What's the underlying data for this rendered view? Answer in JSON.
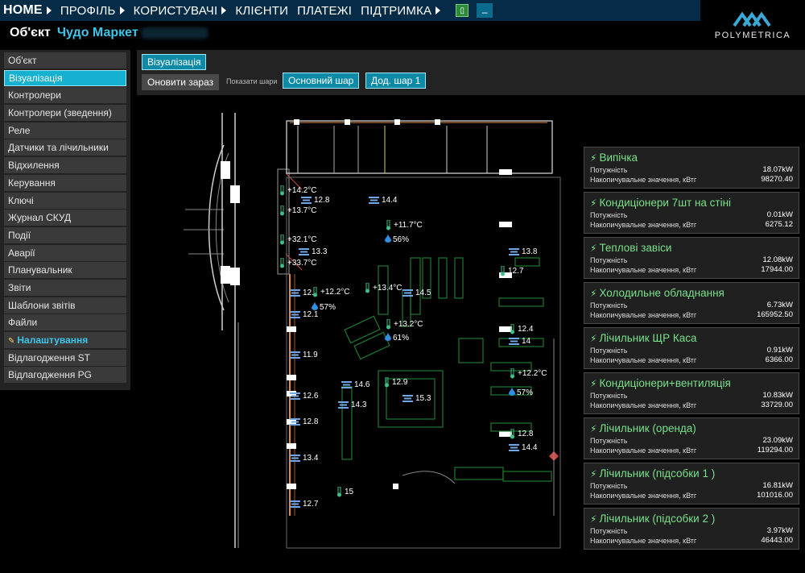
{
  "nav": {
    "items": [
      "HOME",
      "ПРОФІЛЬ",
      "КОРИСТУВАЧІ",
      "КЛІЄНТИ",
      "ПЛАТЕЖІ",
      "ПІДТРИМКА"
    ],
    "exit_icon": "exit-door-icon",
    "min_icon": "minimize-icon"
  },
  "logo": {
    "text": "POLYMETRICA"
  },
  "header": {
    "label": "Об'єкт",
    "name": "Чудо Маркет"
  },
  "sidebar": {
    "items": [
      "Об'єкт",
      "Візуалізація",
      "Контролери",
      "Контролери (зведення)",
      "Реле",
      "Датчики та лічильники",
      "Відхилення",
      "Керування",
      "Ключі",
      "Журнал СКУД",
      "Події",
      "Аварії",
      "Планувальник",
      "Звіти",
      "Шаблони звітів",
      "Файли",
      "Налаштування",
      "Відлагодження ST",
      "Відлагодження PG"
    ],
    "active_index": 1,
    "accent_index": 16
  },
  "toolbar": {
    "tab": "Візуалізація",
    "refresh": "Оновити зараз",
    "show_layers": "Показати шари",
    "layer_main": "Основний шар",
    "layer_extra": "Дод. шар 1"
  },
  "map": {
    "temperatures": [
      "+14.2°C",
      "+13.7°C",
      "+32.1°C",
      "+33.7°C",
      "+11.7°C",
      "+12.2°C",
      "+13.4°C",
      "+13.2°C",
      "+12.2°C"
    ],
    "humidity": [
      "56%",
      "57%",
      "61%",
      "57%"
    ],
    "ac_values": [
      "12.8",
      "14.4",
      "13.3",
      "13.8",
      "12.7",
      "14.5",
      "12.",
      "12.1",
      "12.4",
      "14",
      "11.9",
      "14.6",
      "12.9",
      "12.6",
      "14.3",
      "15.3",
      "12.8",
      "12.8",
      "14.4",
      "13.4",
      "12.7",
      "15"
    ]
  },
  "panels": {
    "power_label": "Потужність",
    "accum_label": "Накопичувальне значення, кВтг",
    "items": [
      {
        "title": "Випічка",
        "power": "18.07kW",
        "accum": "98270.40"
      },
      {
        "title": "Кондиціонери 7шт на стіні",
        "power": "0.01kW",
        "accum": "6275.12"
      },
      {
        "title": "Теплові завіси",
        "power": "12.08kW",
        "accum": "17944.00"
      },
      {
        "title": "Холодильне обладнання",
        "power": "6.73kW",
        "accum": "165952.50"
      },
      {
        "title": "Лічильник ЩР Каса",
        "power": "0.91kW",
        "accum": "6366.00"
      },
      {
        "title": "Кондиціонери+вентиляція",
        "power": "10.83kW",
        "accum": "33729.00"
      },
      {
        "title": "Лічильник (оренда)",
        "power": "23.09kW",
        "accum": "119294.00"
      },
      {
        "title": "Лічильник (підсобки 1 )",
        "power": "16.81kW",
        "accum": "101016.00"
      },
      {
        "title": "Лічильник (підсобки 2 )",
        "power": "3.97kW",
        "accum": "46443.00"
      }
    ]
  },
  "colors": {
    "accent": "#16b0d0",
    "nav": "#062b47",
    "green": "#78e08a",
    "plan_green": "#1f7a2e"
  }
}
